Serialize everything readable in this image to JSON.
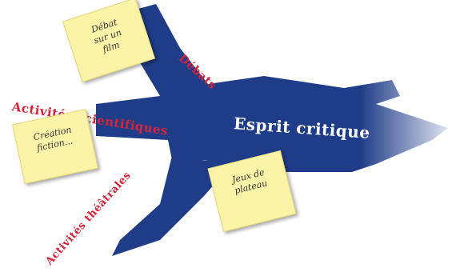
{
  "main_label": "Esprit critique",
  "branches": {
    "debats": "Débats",
    "scientifiques": "Activités scientifiques",
    "theatrales": "Activités théâtrales"
  },
  "notes": {
    "top": "Débat\nsur un\nfilm",
    "left": "Création\nfiction...",
    "bottom": "Jeux de\nplateau"
  },
  "colors": {
    "arrow": "#1f3c88",
    "label_red": "#d3253a",
    "label_white": "#ffffff",
    "note": "#fbf3a7"
  }
}
